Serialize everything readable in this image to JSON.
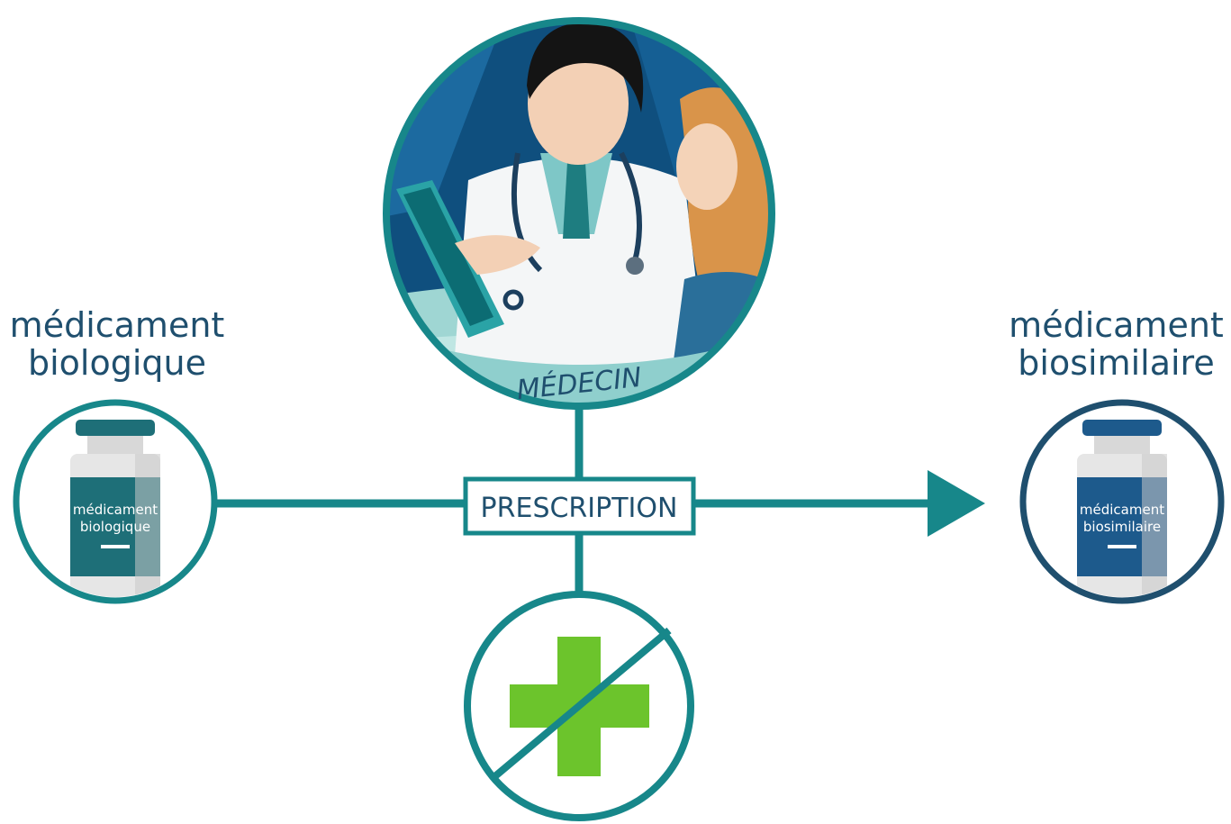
{
  "left": {
    "heading_line1": "médicament",
    "heading_line2": "biologique",
    "vial_line1": "médicament",
    "vial_line2": "biologique"
  },
  "right": {
    "heading_line1": "médicament",
    "heading_line2": "biosimilaire",
    "vial_line1": "médicament",
    "vial_line2": "biosimilaire"
  },
  "doctor_label": "MÉDECIN",
  "center_label": "PRESCRIPTION",
  "pharmacy_icon": "pharmacy-cross-crossed-out-icon",
  "colors": {
    "teal": "#17878a",
    "navy": "#1f4f6e",
    "green": "#6cc42c",
    "vial_teal": "#1e6f78",
    "vial_blue": "#1d5a8c"
  }
}
